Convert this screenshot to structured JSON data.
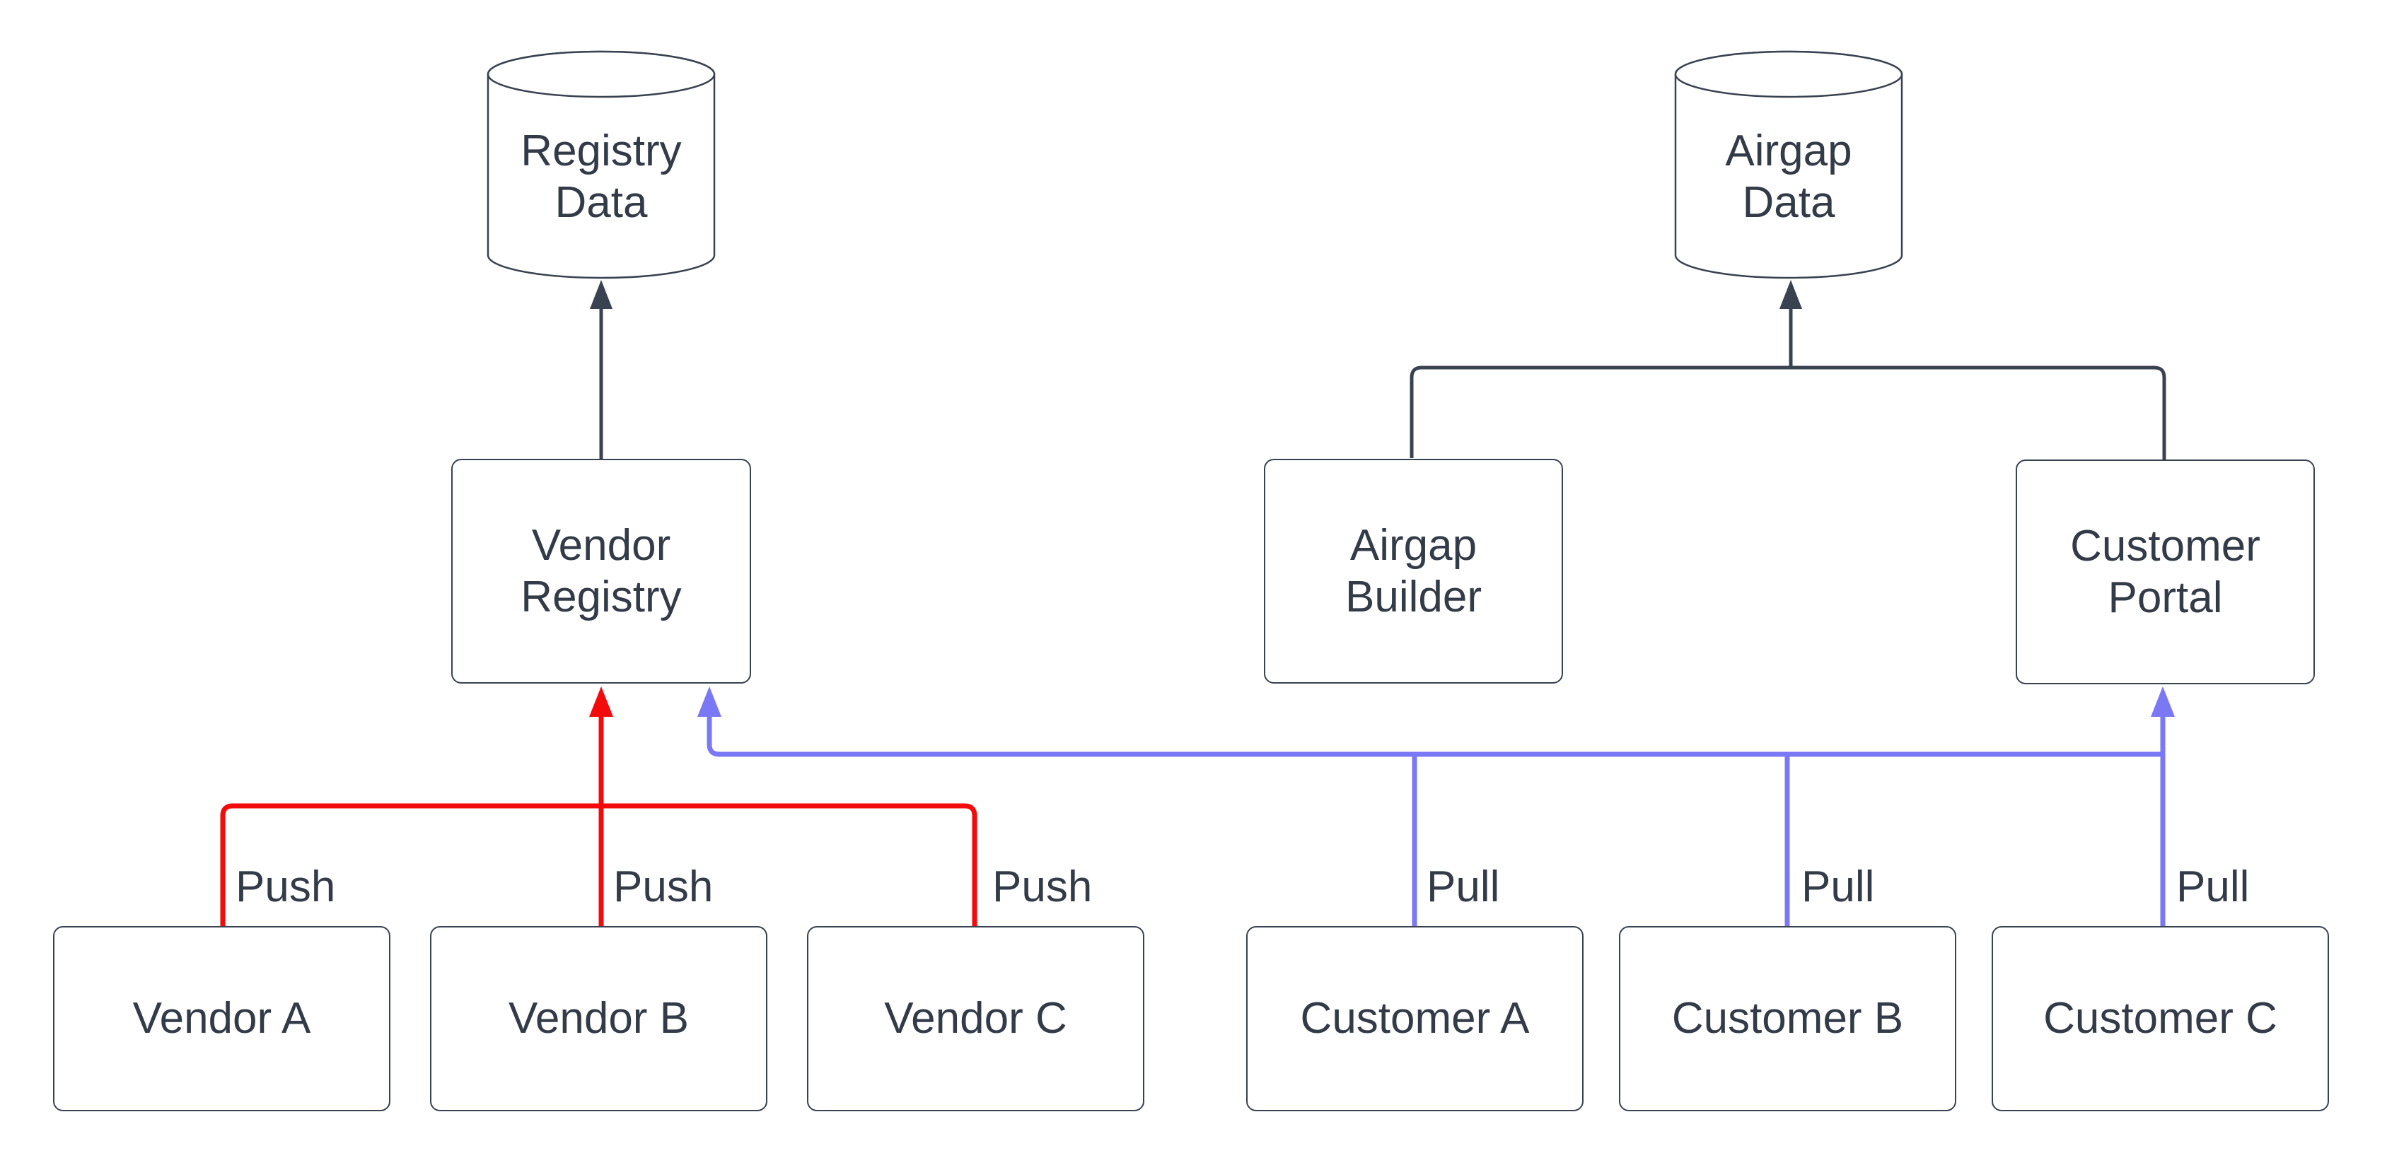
{
  "colors": {
    "push": "#f30b0b",
    "pull": "#7b78f5",
    "ink": "#394250",
    "text": "#333b48"
  },
  "datastores": [
    {
      "label": "Registry Data"
    },
    {
      "label": "Airgap Data"
    }
  ],
  "services": [
    {
      "label": "Vendor Registry"
    },
    {
      "label": "Airgap Builder"
    },
    {
      "label": "Customer Portal"
    }
  ],
  "vendors": [
    {
      "label": "Vendor A",
      "action": "Push"
    },
    {
      "label": "Vendor B",
      "action": "Push"
    },
    {
      "label": "Vendor C",
      "action": "Push"
    }
  ],
  "customers": [
    {
      "label": "Customer A",
      "action": "Pull"
    },
    {
      "label": "Customer B",
      "action": "Pull"
    },
    {
      "label": "Customer C",
      "action": "Pull"
    }
  ]
}
